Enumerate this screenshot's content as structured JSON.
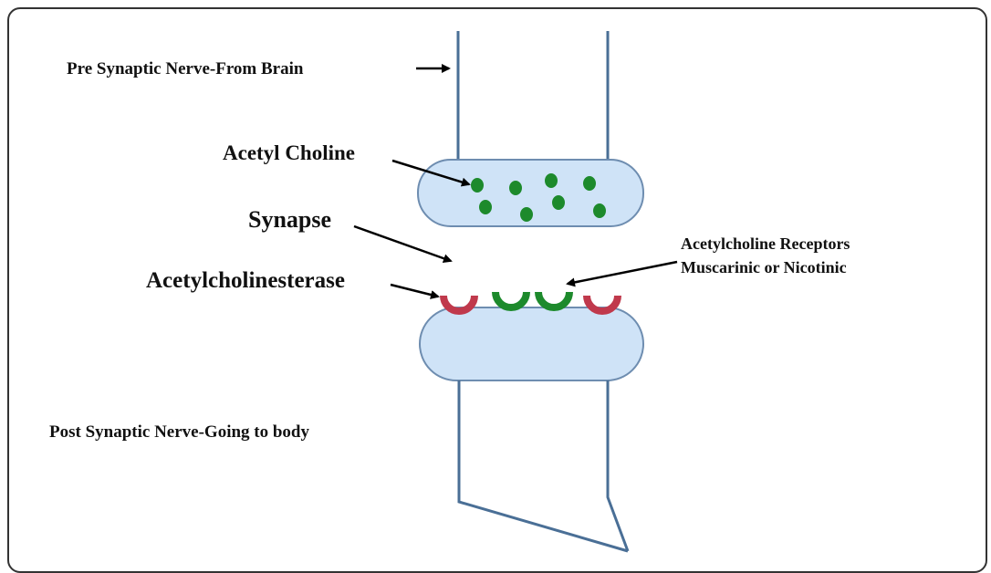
{
  "labels": {
    "pre_synaptic": "Pre Synaptic Nerve-From Brain",
    "acetyl_choline": "Acetyl Choline",
    "synapse": "Synapse",
    "acetylcholinesterase": "Acetylcholinesterase",
    "receptors_line1": "Acetylcholine Receptors",
    "receptors_line2": "Muscarinic or Nicotinic",
    "post_synaptic": "Post Synaptic Nerve-Going to body"
  },
  "colors": {
    "nerve_line": "#4a6f96",
    "terminal_fill": "#cfe3f7",
    "terminal_stroke": "#6e8db0",
    "acetylcholine_dot": "#1d8a2c",
    "receptor": "#1d8a2c",
    "enzyme": "#c0394c",
    "arrow": "#000000"
  }
}
